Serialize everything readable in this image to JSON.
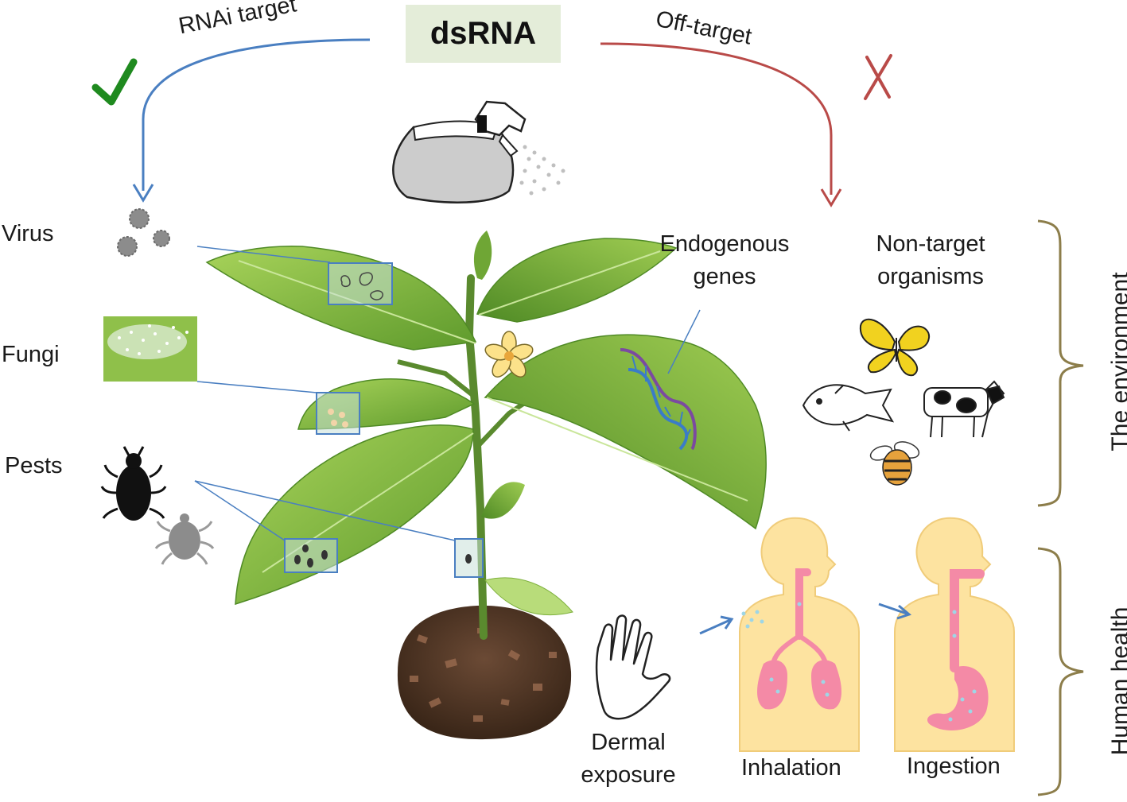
{
  "center": {
    "title": "dsRNA"
  },
  "branches": {
    "target": {
      "label": "RNAi target",
      "mark": "check-icon",
      "color": "#4a7fc1"
    },
    "off_target": {
      "label": "Off-target",
      "mark": "cross-icon",
      "color": "#b94a48"
    }
  },
  "targets": {
    "virus": "Virus",
    "fungi": "Fungi",
    "pests": "Pests"
  },
  "off_targets": {
    "endogenous_line1": "Endogenous",
    "endogenous_line2": "genes",
    "non_target_line1": "Non-target",
    "non_target_line2": "organisms"
  },
  "exposure": {
    "dermal_line1": "Dermal",
    "dermal_line2": "exposure",
    "inhalation": "Inhalation",
    "ingestion": "Ingestion"
  },
  "groups": {
    "environment": "The environment",
    "human_health": "Human health"
  },
  "colors": {
    "bracket": "#8c7d4a",
    "leaf": "#7fb13e",
    "skin": "#fde3a0",
    "organ": "#f48aa6"
  }
}
